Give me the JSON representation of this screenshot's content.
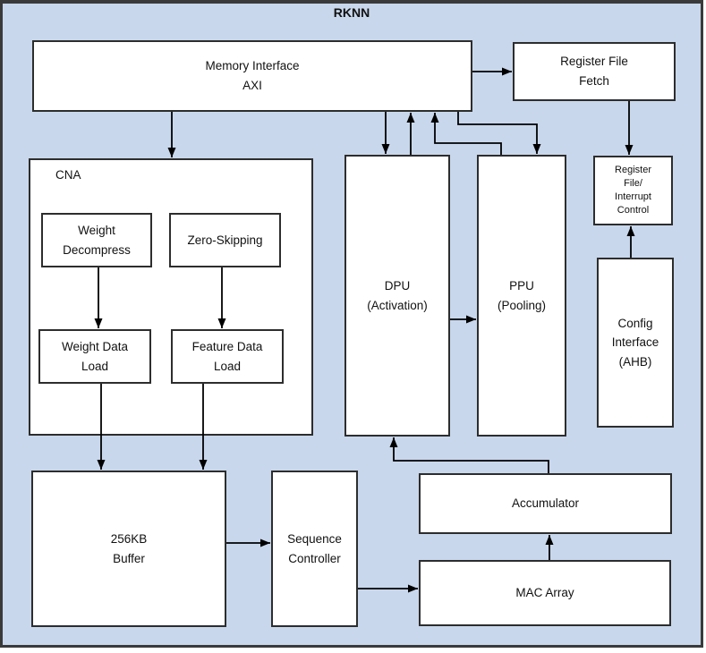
{
  "title": "RKNN",
  "colors": {
    "panel_bg": "#c8d7ec",
    "box_fill": "#ffffff",
    "box_border": "#2d2d2d",
    "frame_border": "#3a3a3a",
    "line": "#000000",
    "text": "#111111"
  },
  "blocks": {
    "memory_interface": {
      "label": "Memory Interface\nAXI"
    },
    "register_file_fetch": {
      "label": "Register File\nFetch"
    },
    "cna": {
      "label": "CNA"
    },
    "weight_decompress": {
      "label": "Weight\nDecompress"
    },
    "zero_skipping": {
      "label": "Zero-Skipping"
    },
    "weight_data_load": {
      "label": "Weight Data\nLoad"
    },
    "feature_data_load": {
      "label": "Feature Data\nLoad"
    },
    "dpu": {
      "label": "DPU\n(Activation)"
    },
    "ppu": {
      "label": "PPU\n(Pooling)"
    },
    "register_file_interrupt_control": {
      "label": "Register\nFile/\nInterrupt\nControl"
    },
    "config_interface": {
      "label": "Config\nInterface\n(AHB)"
    },
    "buffer_256kb": {
      "label": "256KB\nBuffer"
    },
    "sequence_controller": {
      "label": "Sequence\nController"
    },
    "accumulator": {
      "label": "Accumulator"
    },
    "mac_array": {
      "label": "MAC Array"
    }
  },
  "connections": [
    {
      "from": "Memory Interface AXI",
      "to": "CNA"
    },
    {
      "from": "Memory Interface AXI",
      "to": "Register File Fetch"
    },
    {
      "from": "Register File Fetch",
      "to": "Register File/Interrupt Control"
    },
    {
      "from": "Config Interface (AHB)",
      "to": "Register File/Interrupt Control"
    },
    {
      "from": "Memory Interface AXI",
      "to": "DPU (Activation)"
    },
    {
      "from": "DPU (Activation)",
      "to": "Memory Interface AXI"
    },
    {
      "from": "PPU (Pooling)",
      "to": "Memory Interface AXI"
    },
    {
      "from": "Memory Interface AXI",
      "to": "PPU (Pooling)"
    },
    {
      "from": "DPU (Activation)",
      "to": "PPU (Pooling)"
    },
    {
      "from": "Weight Decompress",
      "to": "Weight Data Load"
    },
    {
      "from": "Zero-Skipping",
      "to": "Feature Data Load"
    },
    {
      "from": "Weight Data Load",
      "to": "256KB Buffer"
    },
    {
      "from": "Feature Data Load",
      "to": "256KB Buffer"
    },
    {
      "from": "256KB Buffer",
      "to": "Sequence Controller"
    },
    {
      "from": "Sequence Controller",
      "to": "MAC Array"
    },
    {
      "from": "MAC Array",
      "to": "Accumulator"
    },
    {
      "from": "Accumulator",
      "to": "DPU (Activation)"
    }
  ]
}
